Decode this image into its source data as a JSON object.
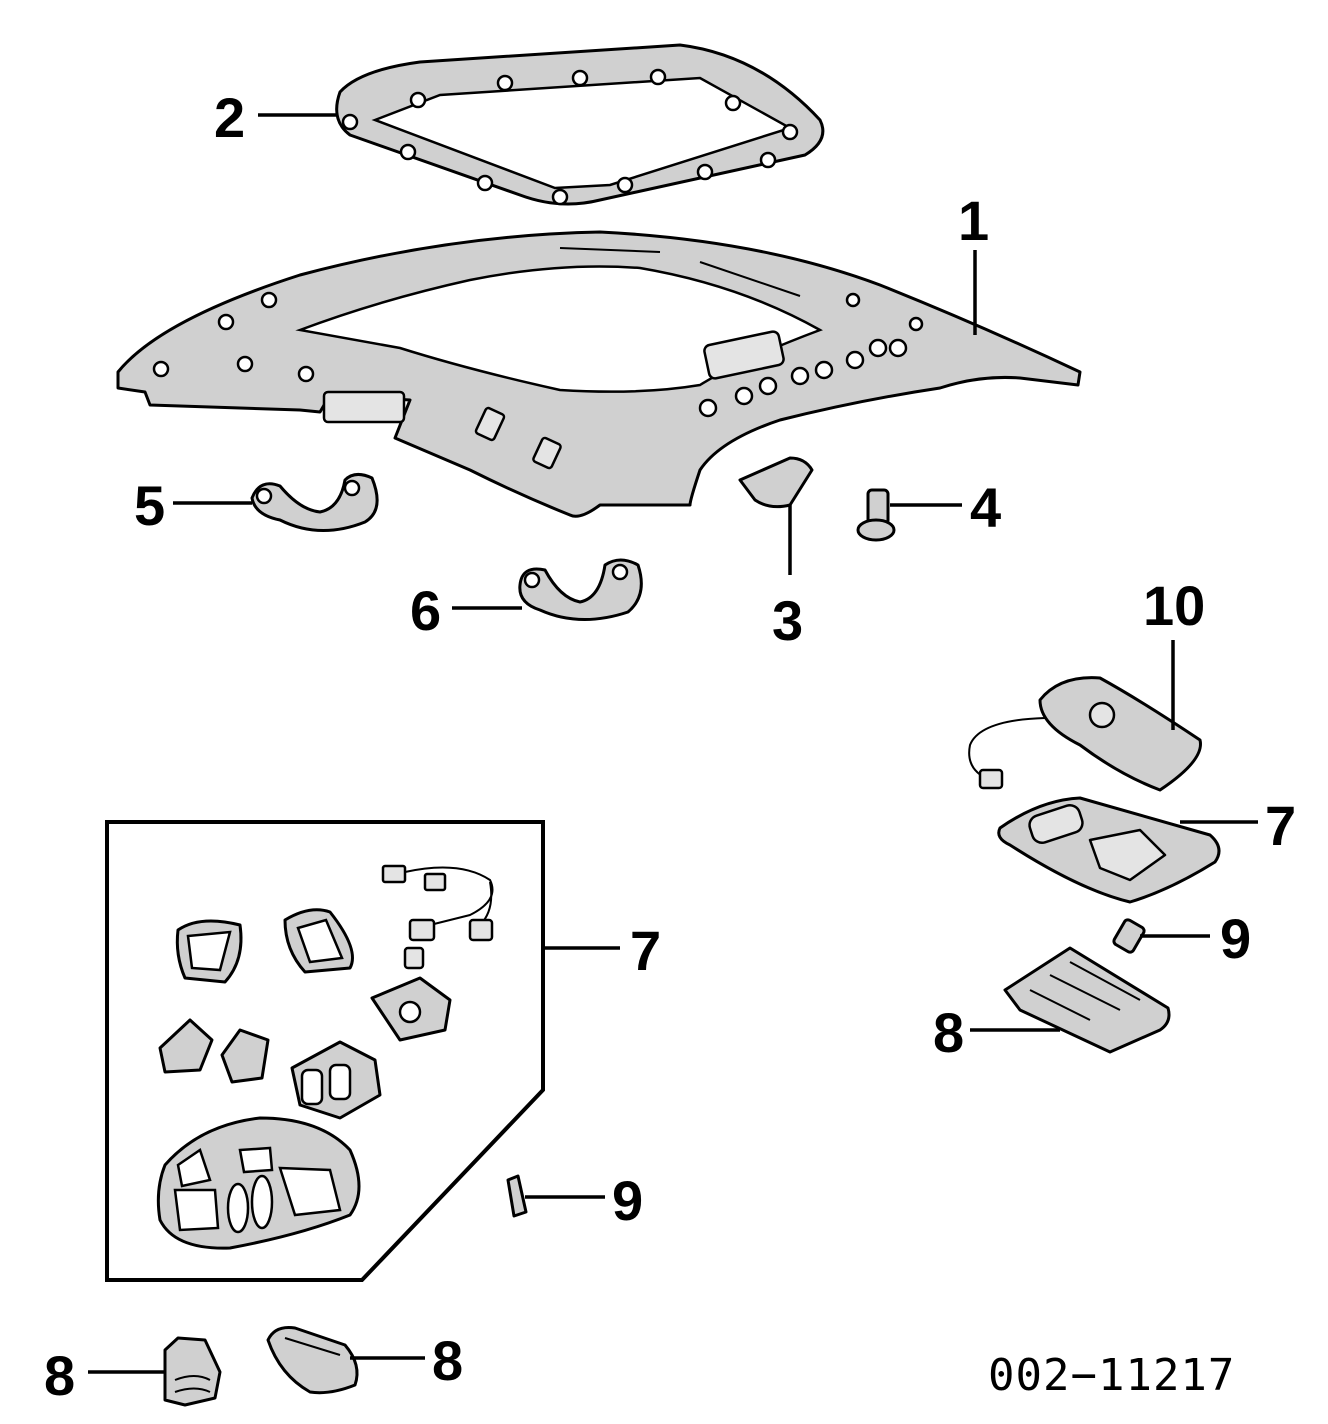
{
  "diagram": {
    "callouts": {
      "c1": "1",
      "c2": "2",
      "c3": "3",
      "c4": "4",
      "c5": "5",
      "c6": "6",
      "c7a": "7",
      "c7b": "7",
      "c8a": "8",
      "c8b": "8",
      "c8c": "8",
      "c9a": "9",
      "c9b": "9",
      "c10": "10"
    },
    "drawing_number": "002−11217"
  }
}
